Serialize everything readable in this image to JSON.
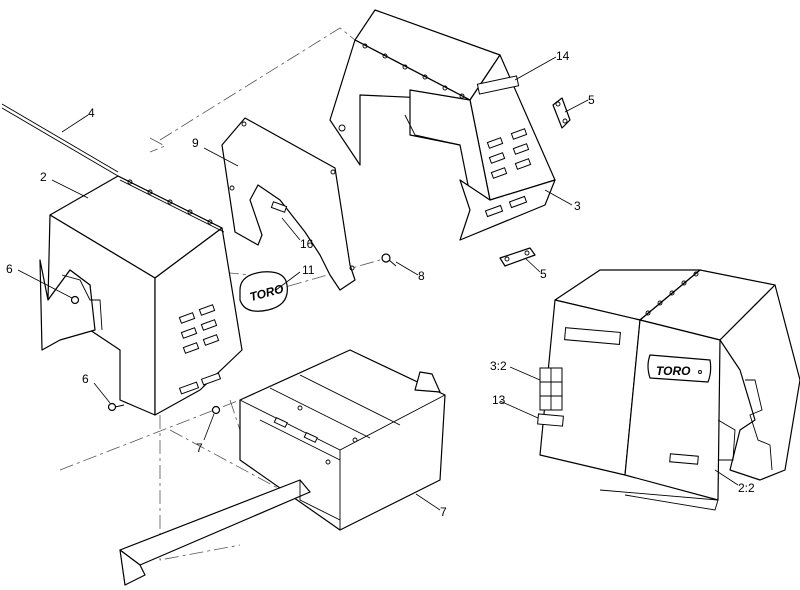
{
  "callouts": [
    {
      "id": "c4",
      "label": "4"
    },
    {
      "id": "c2",
      "label": "2"
    },
    {
      "id": "c9",
      "label": "9"
    },
    {
      "id": "c14",
      "label": "14"
    },
    {
      "id": "c5a",
      "label": "5"
    },
    {
      "id": "c3",
      "label": "3"
    },
    {
      "id": "c16",
      "label": "16"
    },
    {
      "id": "c6a",
      "label": "6"
    },
    {
      "id": "c11",
      "label": "11"
    },
    {
      "id": "c8",
      "label": "8"
    },
    {
      "id": "c5b",
      "label": "5"
    },
    {
      "id": "c6b",
      "label": "6"
    },
    {
      "id": "c7a",
      "label": "7"
    },
    {
      "id": "c7b",
      "label": "7"
    },
    {
      "id": "c32",
      "label": "3:2"
    },
    {
      "id": "c13",
      "label": "13"
    },
    {
      "id": "c22",
      "label": "2:2"
    }
  ],
  "decals": [
    {
      "id": "toro-left",
      "text": "TORO"
    },
    {
      "id": "toro-right",
      "text": "TORO"
    }
  ]
}
